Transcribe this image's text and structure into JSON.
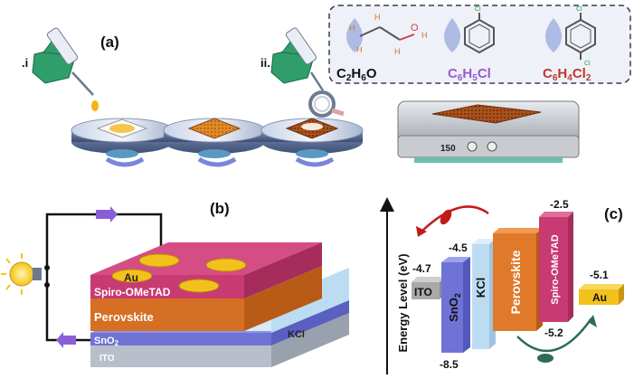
{
  "panels": {
    "a": "(a)",
    "b": "(b)",
    "c": "(c)"
  },
  "steps": {
    "i": ".i",
    "ii": "ii."
  },
  "molecules": [
    {
      "formula": "C2H6O",
      "color": "#111111"
    },
    {
      "formula": "C6H5Cl",
      "color": "#9b59d0"
    },
    {
      "formula": "C6H4Cl2",
      "color": "#c0392b"
    }
  ],
  "hotplate": {
    "readout": "150"
  },
  "device_layers": {
    "electrode": "Au",
    "htl": "Spiro-OMeTAD",
    "absorber": "Perovskite",
    "interlayer": "KCl",
    "etl": "SnO2",
    "substrate": "ITO"
  },
  "energy_diagram": {
    "axis_label": "Energy Level (eV)",
    "levels": {
      "ITO": "-4.7",
      "SnO2_top": "-4.5",
      "SnO2_bottom": "-8.5",
      "Spiro_top": "-2.5",
      "Spiro_bottom": "-5.2",
      "Au": "-5.1"
    },
    "blocks": {
      "ito": "ITO",
      "sno2": "SnO2",
      "kcl": "KCl",
      "perovskite": "Perovskite",
      "spiro": "Spiro-OMeTAD",
      "au": "Au"
    }
  },
  "colors": {
    "spiro": "#c83a72",
    "perovskite": "#e07a2a",
    "sno2": "#6f73d6",
    "kcl": "#bcdcf2",
    "ito_gray": "#a9a9a9",
    "au": "#f2c11c",
    "dashed_box": "#3b3b55"
  }
}
